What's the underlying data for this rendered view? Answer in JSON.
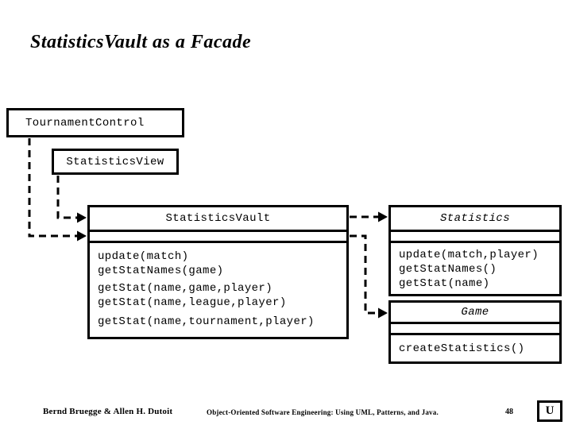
{
  "slide": {
    "title": "StatisticsVault as a Facade"
  },
  "colors": {
    "foreground": "#000000",
    "background": "#ffffff"
  },
  "diagram": {
    "tournament_control": {
      "name": "TournamentControl"
    },
    "statistics_view": {
      "name": "StatisticsView"
    },
    "statistics_vault": {
      "name": "StatisticsVault",
      "methods": [
        "update(match)",
        "getStatNames(game)",
        "getStat(name,game,player)",
        "getStat(name,league,player)",
        "getStat(name,tournament,player)"
      ]
    },
    "statistics": {
      "name": "Statistics",
      "methods": [
        "update(match,player)",
        "getStatNames()",
        "getStat(name)"
      ]
    },
    "game": {
      "name": "Game",
      "methods": [
        "createStatistics()"
      ]
    }
  },
  "footer": {
    "authors": "Bernd Bruegge & Allen H. Dutoit",
    "book": "Object-Oriented Software Engineering: Using UML, Patterns, and Java.",
    "page": "48",
    "logo_glyph": "U"
  }
}
